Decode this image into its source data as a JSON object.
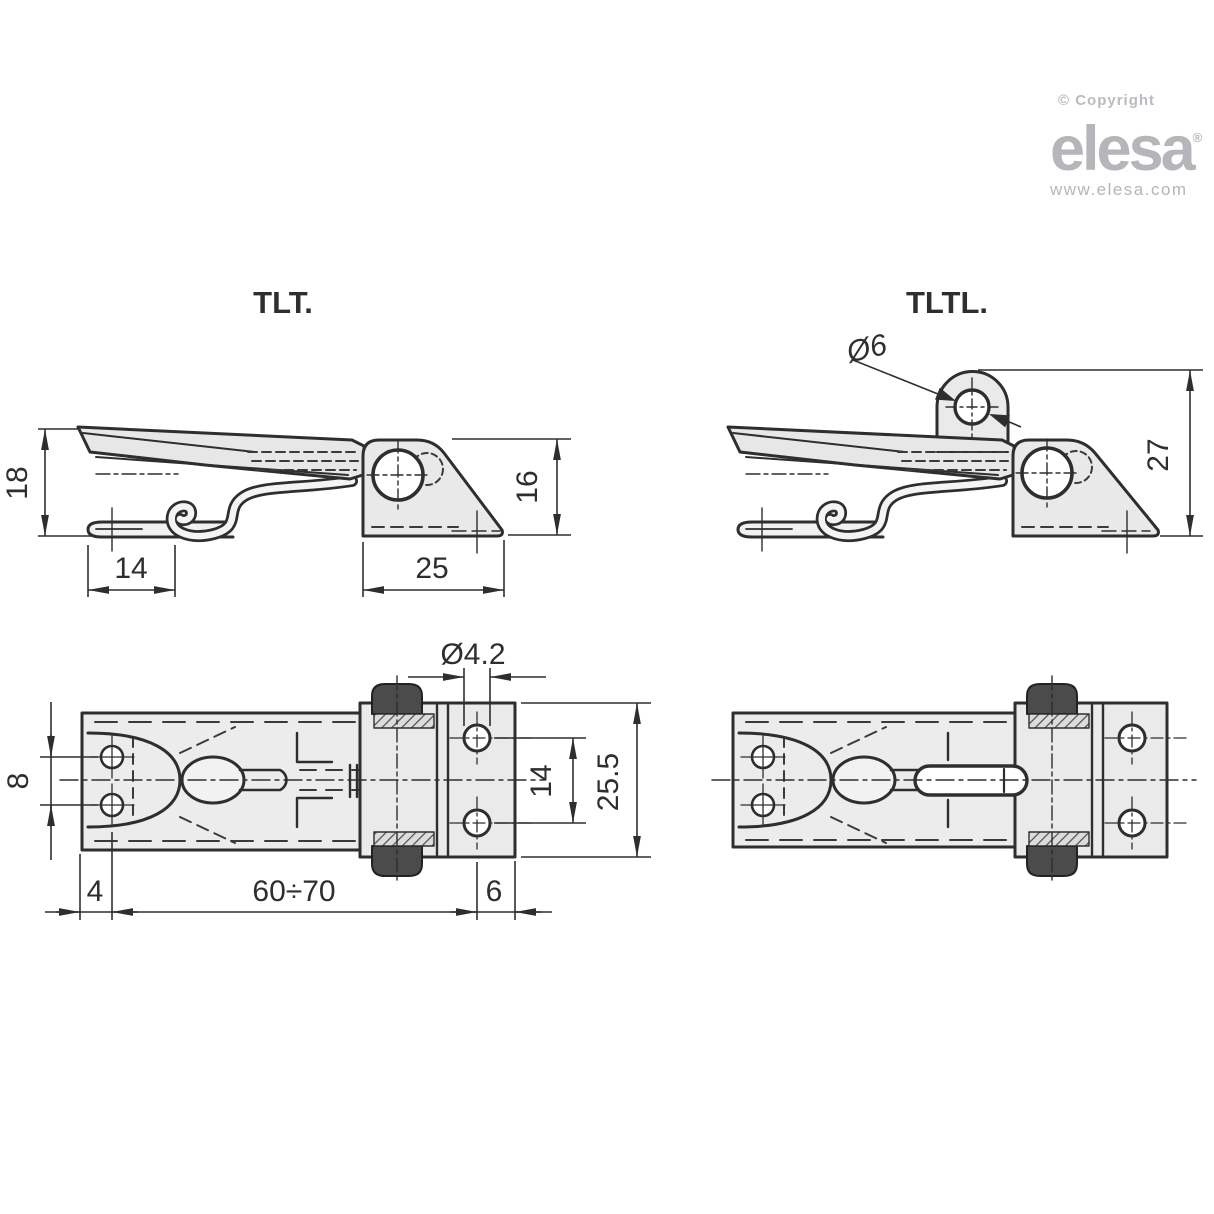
{
  "branding": {
    "copyright": "© Copyright",
    "logo": "elesa",
    "registered": "®",
    "website": "www.elesa.com",
    "logo_color": "#b5b5ba"
  },
  "titles": {
    "tlt": "TLT.",
    "tltl": "TLTL."
  },
  "dimensions": {
    "tlt_side": {
      "lever_height": "18",
      "catch_width": "14",
      "bracket_base": "25",
      "bracket_height": "16"
    },
    "tltl_side": {
      "padlock_hole": "Ø6",
      "overall_height": "27"
    },
    "tlt_top": {
      "hole_dia": "Ø4.2",
      "hole_spacing_left": "8",
      "plate_hole_spacing": "14",
      "plate_span": "25.5",
      "edge_offset": "4",
      "length_range": "60÷70",
      "end_offset": "6"
    }
  },
  "colors": {
    "line": "#2e2e2e",
    "part_fill": "#eaeaea",
    "logo_gray": "#b5b5ba"
  }
}
